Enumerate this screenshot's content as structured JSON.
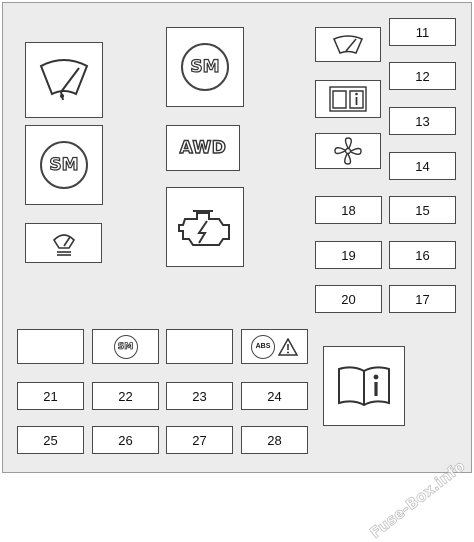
{
  "diagram": {
    "numbered_fuses": {
      "f11": "11",
      "f12": "12",
      "f13": "13",
      "f14": "14",
      "f15": "15",
      "f16": "16",
      "f17": "17",
      "f18": "18",
      "f19": "19",
      "f20": "20",
      "f21": "21",
      "f22": "22",
      "f23": "23",
      "f24": "24",
      "f25": "25",
      "f26": "26",
      "f27": "27",
      "f28": "28"
    },
    "labels": {
      "awd": "AWD",
      "sm_large_top": "SM",
      "sm_large_left": "SM",
      "sm_small": "SM",
      "abs": "ABS"
    },
    "watermark": "Fuse-Box.info"
  }
}
